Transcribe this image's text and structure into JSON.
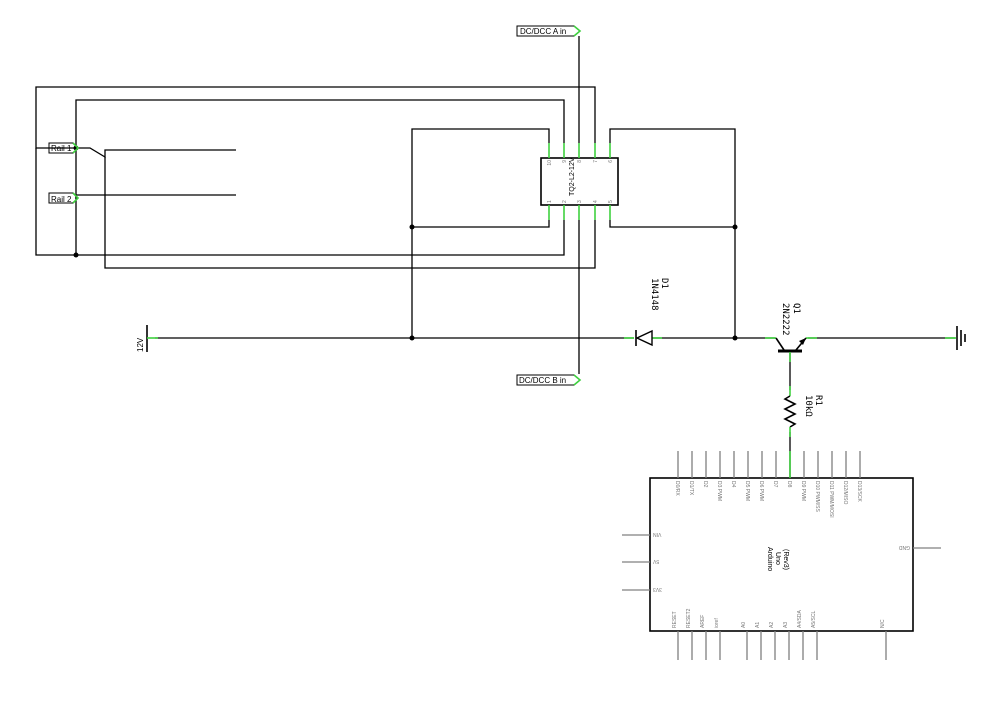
{
  "net_labels": {
    "dcc_a": "DC/DCC A in",
    "dcc_b": "DC/DCC B in",
    "rail1": "Rail 1",
    "rail2": "Rail 2"
  },
  "power": {
    "v12": "12V"
  },
  "relay": {
    "name": "TQ2-L2-12V",
    "top_pins": [
      "10",
      "9",
      "8",
      "7",
      "6"
    ],
    "bottom_pins": [
      "1",
      "2",
      "3",
      "4",
      "5"
    ]
  },
  "diode": {
    "ref": "D1",
    "value": "1N4148"
  },
  "transistor": {
    "ref": "Q1",
    "value": "2N2222"
  },
  "resistor": {
    "ref": "R1",
    "value": "10kΩ"
  },
  "arduino": {
    "name_lines": [
      "Arduino",
      "Uno",
      "(Rev3)"
    ],
    "top_pins": [
      "D0/RX",
      "D1/TX",
      "D2",
      "D3 PWM",
      "D4",
      "D5 PWM",
      "D6 PWM",
      "D7",
      "D8",
      "D9 PWM",
      "D10 PWM/SS",
      "D11 PWM/MOSI",
      "D12/MISO",
      "D13/SCK"
    ],
    "bottom_pins": [
      "RESET",
      "RESET2",
      "AREF",
      "ioref",
      "A0",
      "A1",
      "A2",
      "A3",
      "A4/SDA",
      "A5/SCL",
      "N/C"
    ],
    "left_pins": [
      "VIN",
      "5V",
      "3V3"
    ],
    "right_pins": [
      "GND"
    ]
  },
  "colors": {
    "wire": "#000000",
    "connector": "#3fd13f",
    "pin_lead": "#808080"
  }
}
